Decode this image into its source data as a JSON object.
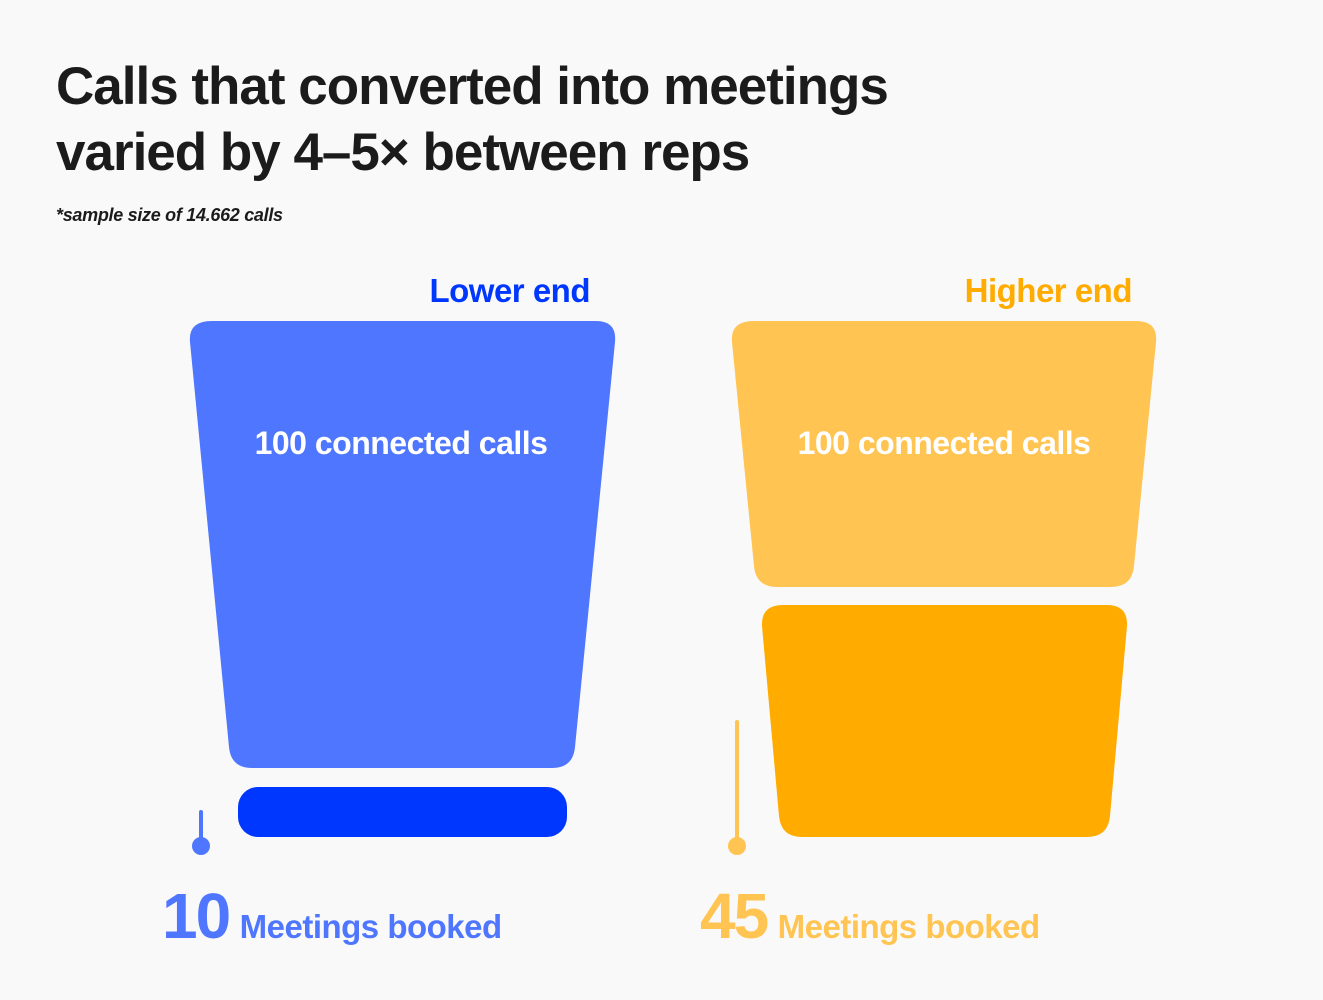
{
  "title_line1": "Calls that converted into meetings",
  "title_line2": "varied by 4–5× between reps",
  "note": "*sample size of 14.662 calls",
  "colors": {
    "text": "#1b1b1b",
    "low_top": "#4f76fe",
    "low_bottom": "#0037ff",
    "high_top": "#ffc451",
    "high_bottom": "#ffab00",
    "high_text": "#ffc451"
  },
  "chart_data": {
    "type": "bar",
    "categories": [
      "Lower end",
      "Higher end"
    ],
    "series": [
      {
        "name": "100 connected calls",
        "values": [
          100,
          100
        ]
      },
      {
        "name": "Meetings booked",
        "values": [
          10,
          45
        ]
      }
    ],
    "title": "",
    "xlabel": "",
    "ylabel": ""
  },
  "funnels": [
    {
      "key": "low",
      "label": "Lower end",
      "calls_label": "100 connected calls",
      "meetings_value": "10",
      "meetings_label": "Meetings booked"
    },
    {
      "key": "high",
      "label": "Higher end",
      "calls_label": "100 connected calls",
      "meetings_value": "45",
      "meetings_label": "Meetings booked"
    }
  ]
}
